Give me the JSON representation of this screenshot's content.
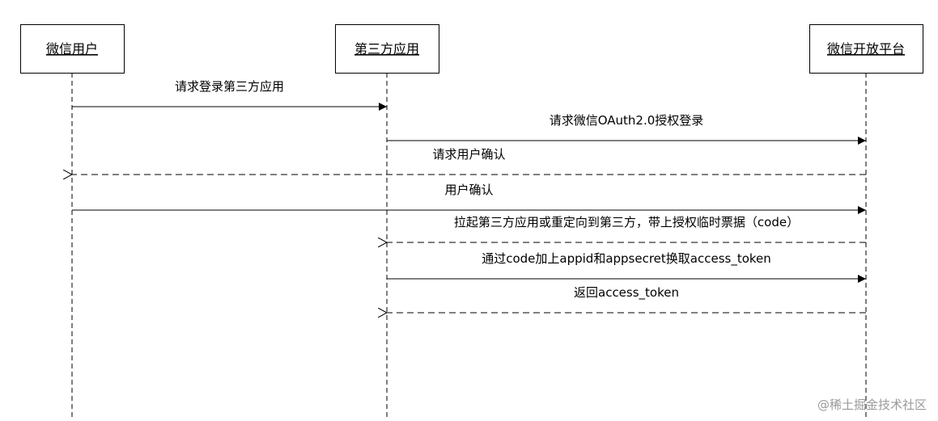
{
  "participants": [
    {
      "id": "user",
      "name": "微信用户"
    },
    {
      "id": "app",
      "name": "第三方应用"
    },
    {
      "id": "platform",
      "name": "微信开放平台"
    }
  ],
  "messages": [
    {
      "from": "user",
      "to": "app",
      "text": "请求登录第三方应用",
      "style": "solid"
    },
    {
      "from": "app",
      "to": "platform",
      "text": "请求微信OAuth2.0授权登录",
      "style": "solid"
    },
    {
      "from": "platform",
      "to": "user",
      "text": "请求用户确认",
      "style": "dashed"
    },
    {
      "from": "user",
      "to": "platform",
      "text": "用户确认",
      "style": "solid"
    },
    {
      "from": "platform",
      "to": "app",
      "text": "拉起第三方应用或重定向到第三方，带上授权临时票据（code）",
      "style": "dashed"
    },
    {
      "from": "app",
      "to": "platform",
      "text": "通过code加上appid和appsecret换取access_token",
      "style": "solid"
    },
    {
      "from": "platform",
      "to": "app",
      "text": "返回access_token",
      "style": "dashed"
    }
  ],
  "watermark": "@稀土掘金技术社区",
  "colors": {
    "line": "#000000",
    "watermark": "#9a9a9a"
  }
}
